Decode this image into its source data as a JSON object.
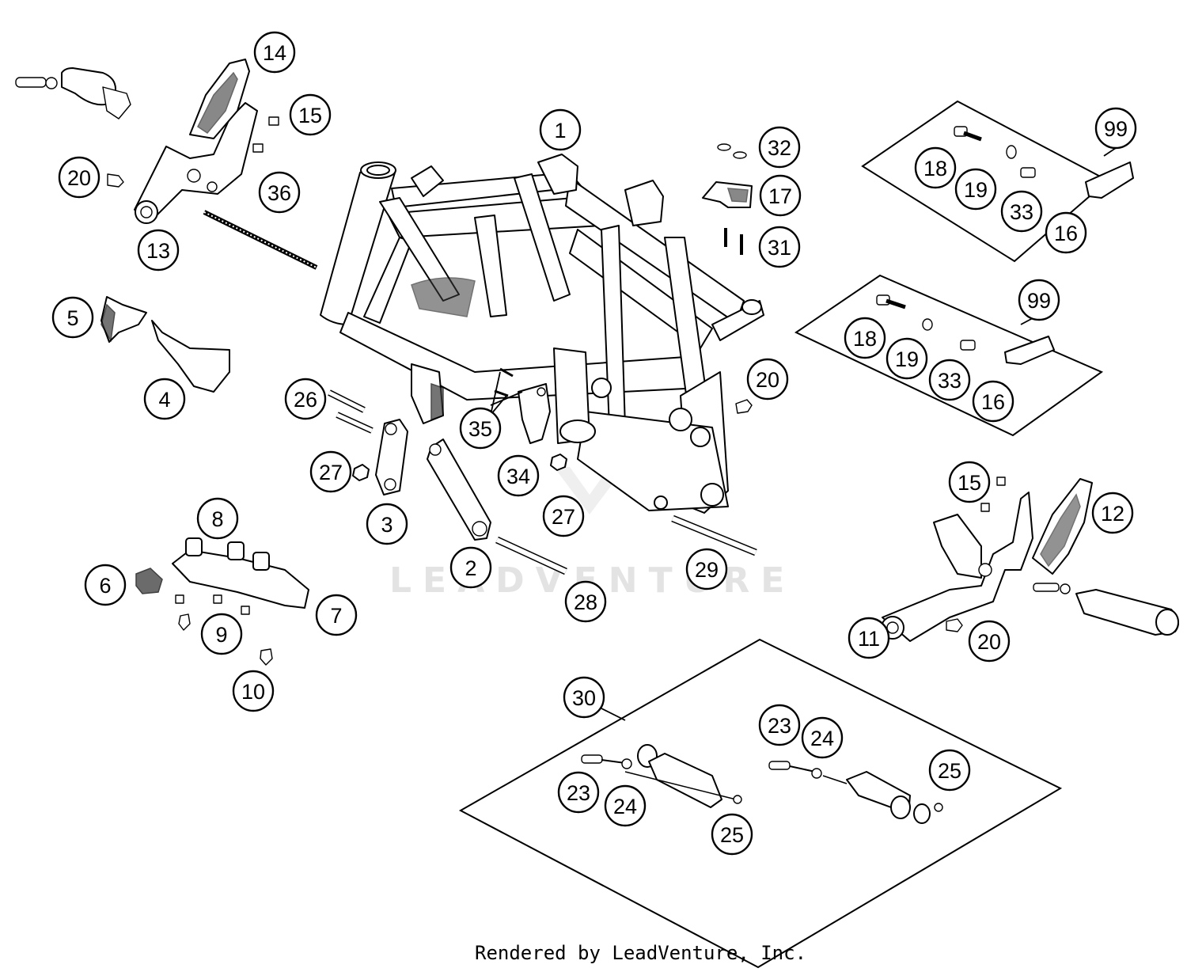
{
  "diagram": {
    "watermark": "LEADVENTURE",
    "credit": "Rendered by LeadVenture, Inc."
  },
  "callouts": [
    {
      "id": "c1",
      "label": "1"
    },
    {
      "id": "c2",
      "label": "2"
    },
    {
      "id": "c3",
      "label": "3"
    },
    {
      "id": "c4",
      "label": "4"
    },
    {
      "id": "c5",
      "label": "5"
    },
    {
      "id": "c6",
      "label": "6"
    },
    {
      "id": "c7",
      "label": "7"
    },
    {
      "id": "c8",
      "label": "8"
    },
    {
      "id": "c9",
      "label": "9"
    },
    {
      "id": "c10",
      "label": "10"
    },
    {
      "id": "c11",
      "label": "11"
    },
    {
      "id": "c12",
      "label": "12"
    },
    {
      "id": "c13",
      "label": "13"
    },
    {
      "id": "c14",
      "label": "14"
    },
    {
      "id": "c15a",
      "label": "15"
    },
    {
      "id": "c15b",
      "label": "15"
    },
    {
      "id": "c16a",
      "label": "16"
    },
    {
      "id": "c16b",
      "label": "16"
    },
    {
      "id": "c17",
      "label": "17"
    },
    {
      "id": "c18a",
      "label": "18"
    },
    {
      "id": "c18b",
      "label": "18"
    },
    {
      "id": "c19a",
      "label": "19"
    },
    {
      "id": "c19b",
      "label": "19"
    },
    {
      "id": "c20a",
      "label": "20"
    },
    {
      "id": "c20b",
      "label": "20"
    },
    {
      "id": "c20c",
      "label": "20"
    },
    {
      "id": "c23a",
      "label": "23"
    },
    {
      "id": "c23b",
      "label": "23"
    },
    {
      "id": "c24a",
      "label": "24"
    },
    {
      "id": "c24b",
      "label": "24"
    },
    {
      "id": "c25a",
      "label": "25"
    },
    {
      "id": "c25b",
      "label": "25"
    },
    {
      "id": "c26",
      "label": "26"
    },
    {
      "id": "c27a",
      "label": "27"
    },
    {
      "id": "c27b",
      "label": "27"
    },
    {
      "id": "c28",
      "label": "28"
    },
    {
      "id": "c29",
      "label": "29"
    },
    {
      "id": "c30",
      "label": "30"
    },
    {
      "id": "c31",
      "label": "31"
    },
    {
      "id": "c32",
      "label": "32"
    },
    {
      "id": "c33a",
      "label": "33"
    },
    {
      "id": "c33b",
      "label": "33"
    },
    {
      "id": "c34",
      "label": "34"
    },
    {
      "id": "c35",
      "label": "35"
    },
    {
      "id": "c36",
      "label": "36"
    },
    {
      "id": "c99a",
      "label": "99"
    },
    {
      "id": "c99b",
      "label": "99"
    }
  ]
}
